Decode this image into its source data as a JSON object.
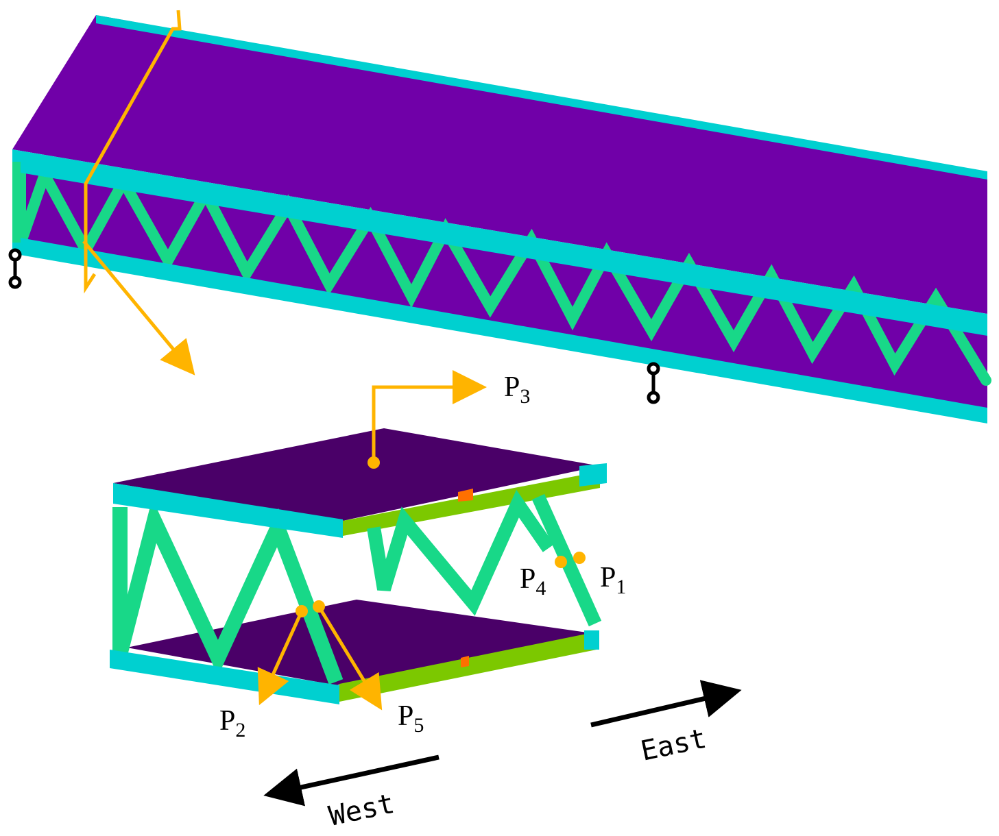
{
  "colors": {
    "deck_top": "#7000a8",
    "deck_dark": "#4a0068",
    "chord": "#00d0d0",
    "diagonal": "#18d888",
    "edge_beam": "#7cc800",
    "arrow": "#ffb400",
    "direction_arrow": "#000000"
  },
  "points": [
    {
      "id": "P3",
      "base": "P",
      "sub": "3"
    },
    {
      "id": "P4",
      "base": "P",
      "sub": "4"
    },
    {
      "id": "P1",
      "base": "P",
      "sub": "1"
    },
    {
      "id": "P2",
      "base": "P",
      "sub": "2"
    },
    {
      "id": "P5",
      "base": "P",
      "sub": "5"
    }
  ],
  "directions": {
    "east": "East",
    "west": "West"
  },
  "icons": {
    "support": "support-pin-icon"
  }
}
